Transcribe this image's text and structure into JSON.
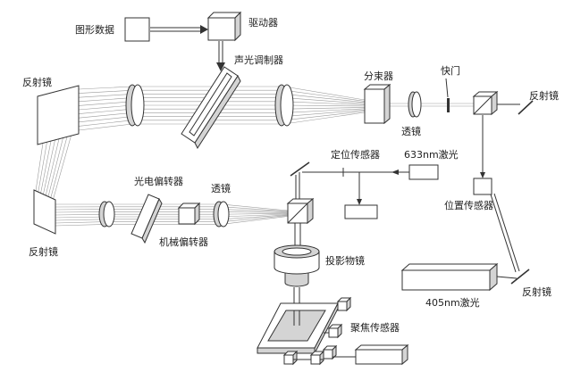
{
  "labels": {
    "graphic_data": "图形数据",
    "driver": "驱动器",
    "modulator": "声光调制器",
    "mirror_top_left": "反射镜",
    "beam_splitter": "分束器",
    "shutter": "快门",
    "mirror_top_right": "反射镜",
    "lens_upper": "透镜",
    "positioning_sensor": "定位传感器",
    "laser_633": "633nm激光",
    "eo_deflector": "光电偏转器",
    "lens_lower": "透镜",
    "position_sensor": "位置传感器",
    "mechanical_deflector": "机械偏转器",
    "mirror_bottom_left": "反射镜",
    "projection_objective": "投影物镜",
    "laser_405": "405nm激光",
    "mirror_bottom_right": "反射镜",
    "focus_sensor": "聚焦传感器"
  },
  "colors": {
    "stroke": "#333333",
    "beam": "#9a9a9a",
    "shade": "#d4d4d4",
    "background": "#ffffff"
  }
}
